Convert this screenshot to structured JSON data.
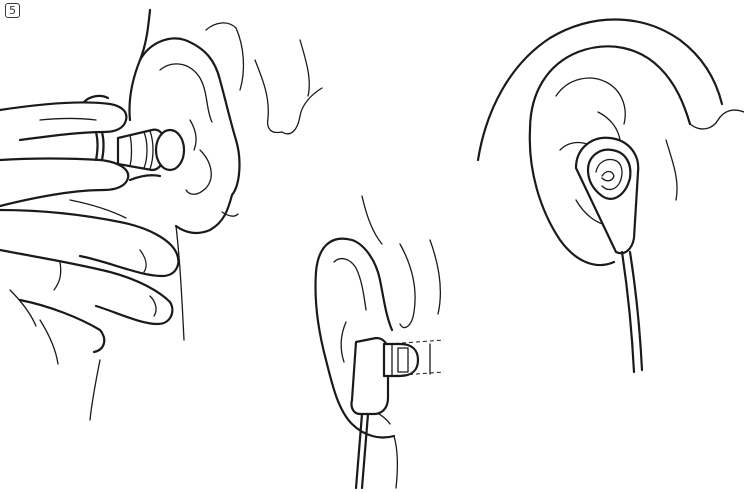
{
  "step": {
    "number": "5"
  },
  "panels": [
    {
      "id": "insert-with-fingers",
      "icon": "hand-inserting-earbud-icon"
    },
    {
      "id": "ear-tip-fit-detail",
      "icon": "earbud-tip-cross-section-icon"
    },
    {
      "id": "earbud-worn",
      "icon": "earbud-in-ear-icon"
    }
  ],
  "colors": {
    "ink": "#1a1a1a",
    "background": "#ffffff"
  }
}
